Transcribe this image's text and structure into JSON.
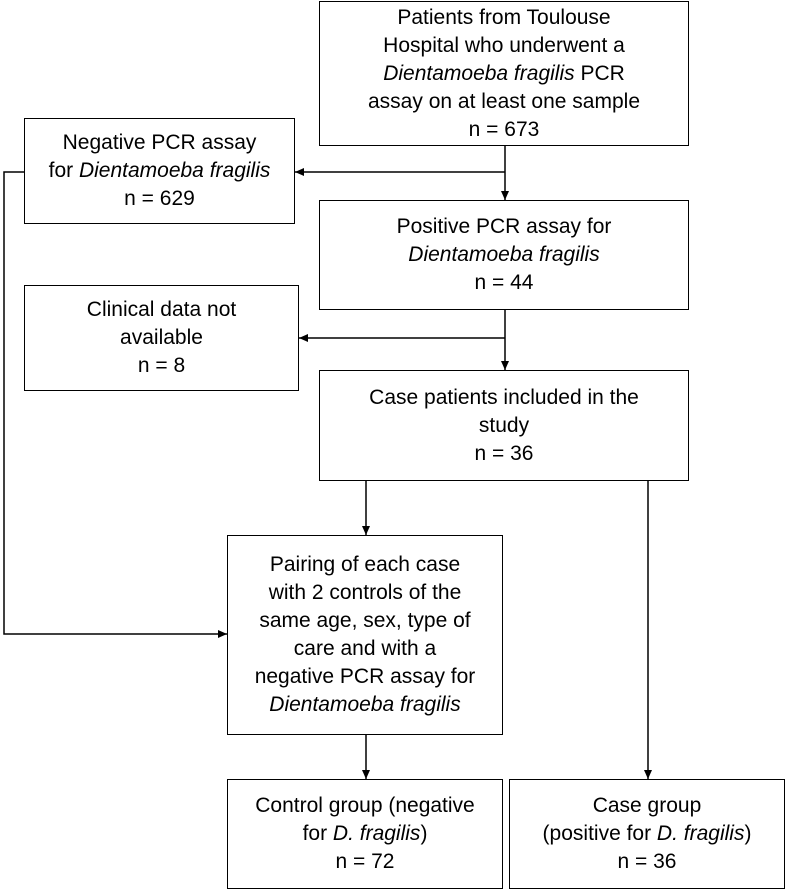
{
  "boxes": {
    "patients": {
      "lines": [
        [
          "Patients from Toulouse"
        ],
        [
          "Hospital who underwent  a"
        ],
        [
          {
            "i": "Dientamoeba fragilis"
          },
          " PCR"
        ],
        [
          "assay on at least one sample"
        ],
        [
          "n = 673"
        ]
      ]
    },
    "negative": {
      "lines": [
        [
          "Negative PCR assay"
        ],
        [
          "for ",
          {
            "i": "Dientamoeba fragilis"
          }
        ],
        [
          "n = 629"
        ]
      ]
    },
    "positive": {
      "lines": [
        [
          "Positive PCR assay for"
        ],
        [
          {
            "i": "Dientamoeba fragilis"
          }
        ],
        [
          "n = 44"
        ]
      ]
    },
    "clinical": {
      "lines": [
        [
          "Clinical data not"
        ],
        [
          "available"
        ],
        [
          "n = 8"
        ]
      ]
    },
    "included": {
      "lines": [
        [
          "Case patients included in the"
        ],
        [
          "study"
        ],
        [
          "n = 36"
        ]
      ]
    },
    "pairing": {
      "lines": [
        [
          "Pairing of each case"
        ],
        [
          "with 2 controls of the"
        ],
        [
          "same age, sex, type of"
        ],
        [
          "care and with a"
        ],
        [
          "negative PCR assay for"
        ],
        [
          {
            "i": "Dientamoeba fragilis"
          }
        ]
      ]
    },
    "control": {
      "lines": [
        [
          "Control group (negative"
        ],
        [
          "for ",
          {
            "i": "D. fragilis"
          },
          ")"
        ],
        [
          "n = 72"
        ]
      ]
    },
    "case": {
      "lines": [
        [
          "Case group"
        ],
        [
          "(positive for ",
          {
            "i": "D. fragilis"
          },
          ")"
        ],
        [
          "n = 36"
        ]
      ]
    }
  }
}
